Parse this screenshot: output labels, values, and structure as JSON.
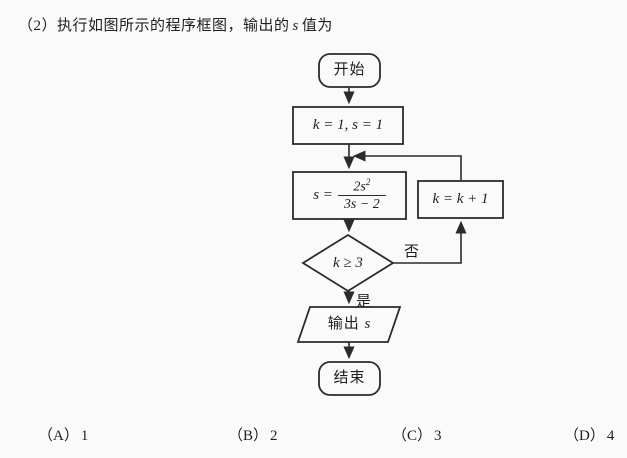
{
  "question": {
    "prefix": "（2）执行如图所示的程序框图，输出的",
    "var": "s",
    "suffix": "值为"
  },
  "flowchart": {
    "start": "开始",
    "init": "k = 1, s = 1",
    "assign_lhs": "s =",
    "frac_num_base": "2s",
    "frac_num_sup": "2",
    "frac_den": "3s − 2",
    "increment": "k = k + 1",
    "condition": "k ≥ 3",
    "no_label": "否",
    "yes_label": "是",
    "output_label": "输出",
    "output_var": "s",
    "end": "结束"
  },
  "options": [
    {
      "label": "（A）",
      "value": "1"
    },
    {
      "label": "（B）",
      "value": "2"
    },
    {
      "label": "（C）",
      "value": "3"
    },
    {
      "label": "（D）",
      "value": "4"
    }
  ],
  "colors": {
    "ink": "#1f1f1f",
    "line": "#2b2b2b",
    "paper": "#fafafa"
  }
}
